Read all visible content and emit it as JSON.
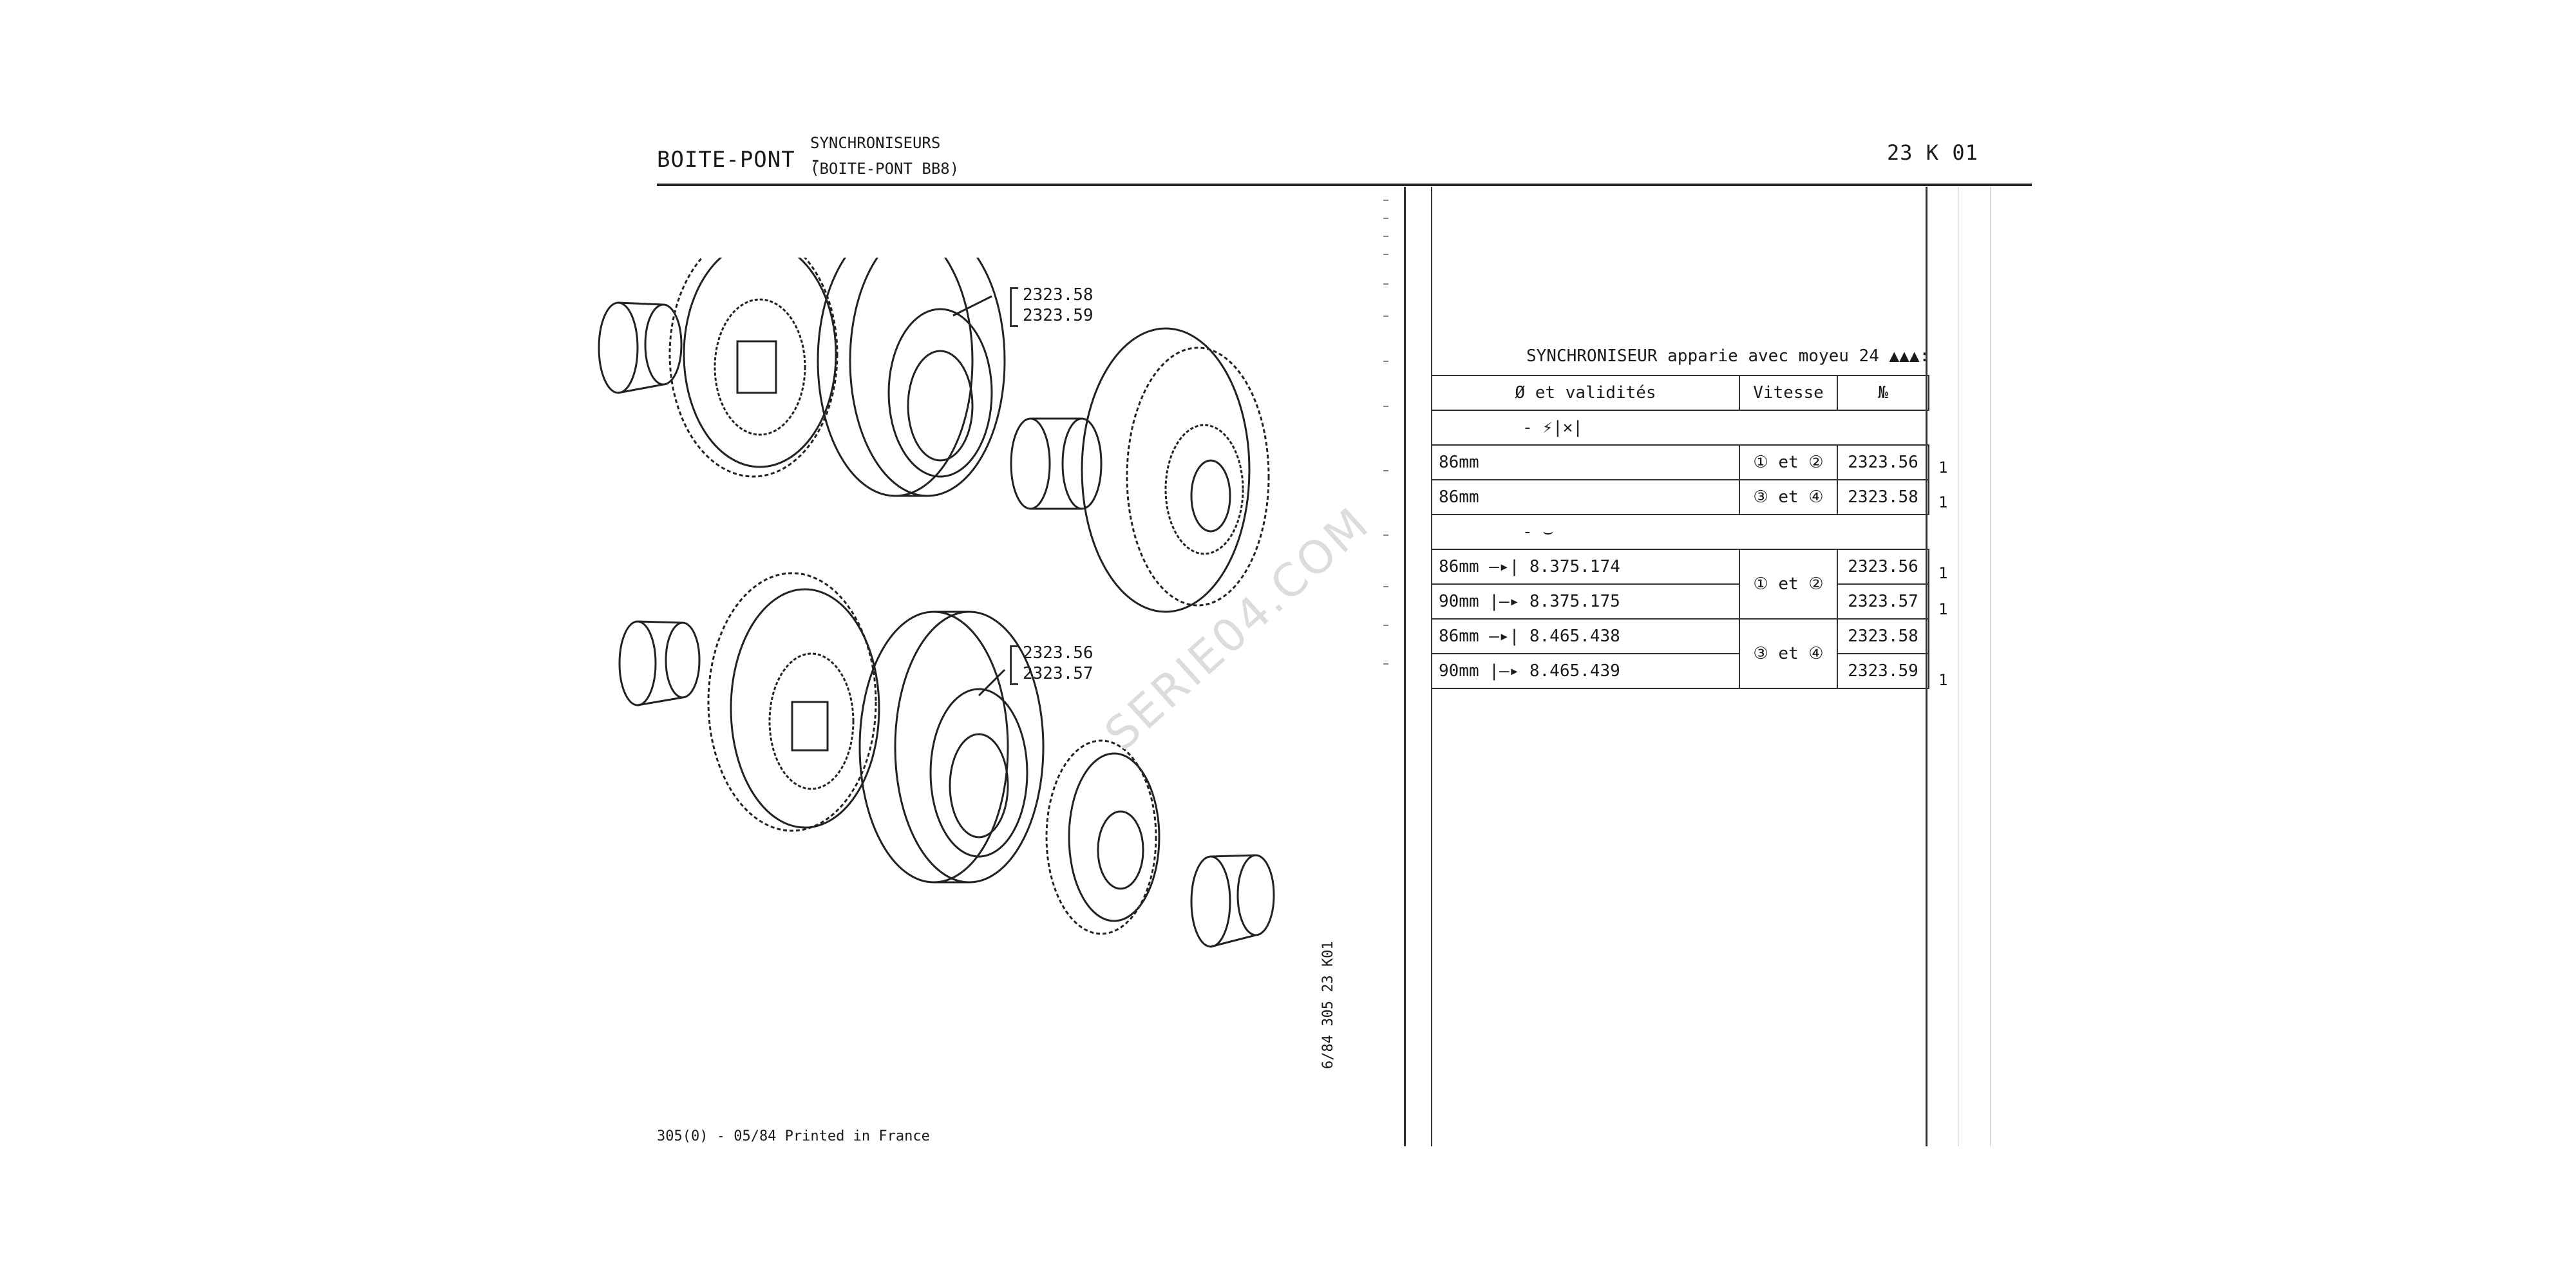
{
  "header": {
    "title": "BOITE-PONT -",
    "subtitle_line1": "SYNCHRONISEURS",
    "subtitle_line2": "(BOITE-PONT BB8)",
    "reference": "23  K 01"
  },
  "callouts": {
    "upper": [
      "2323.58",
      "2323.59"
    ],
    "lower": [
      "2323.56",
      "2323.57"
    ]
  },
  "watermark": "SERIE04.COM",
  "side_code": "6/84   305  23  K01",
  "footer": "305(0) - 05/84 Printed in France",
  "table": {
    "caption": "SYNCHRONISEUR apparie avec moyeu 24 ▲▲▲:",
    "headers": [
      "Ø et validités",
      "Vitesse",
      "№"
    ],
    "section1_label": "- ⚡|✕|",
    "section2_label": "- ⌣",
    "rows": [
      {
        "desc": "86mm",
        "speed": "① et ②",
        "part": "2323.56",
        "qty": "1"
      },
      {
        "desc": "86mm",
        "speed": "③ et ④",
        "part": "2323.58",
        "qty": "1"
      },
      {
        "desc": "86mm  —▸| 8.375.174",
        "part": "2323.56",
        "qty": "1"
      },
      {
        "desc": "90mm  |—▸ 8.375.175",
        "part": "2323.57",
        "qty": "1"
      },
      {
        "desc": "86mm  —▸| 8.465.438",
        "part": "2323.58",
        "qty": ""
      },
      {
        "desc": "90mm  |—▸ 8.465.439",
        "part": "2323.59",
        "qty": "1"
      }
    ],
    "merged_speed_1": "① et ②",
    "merged_speed_2": "③ et ④"
  }
}
